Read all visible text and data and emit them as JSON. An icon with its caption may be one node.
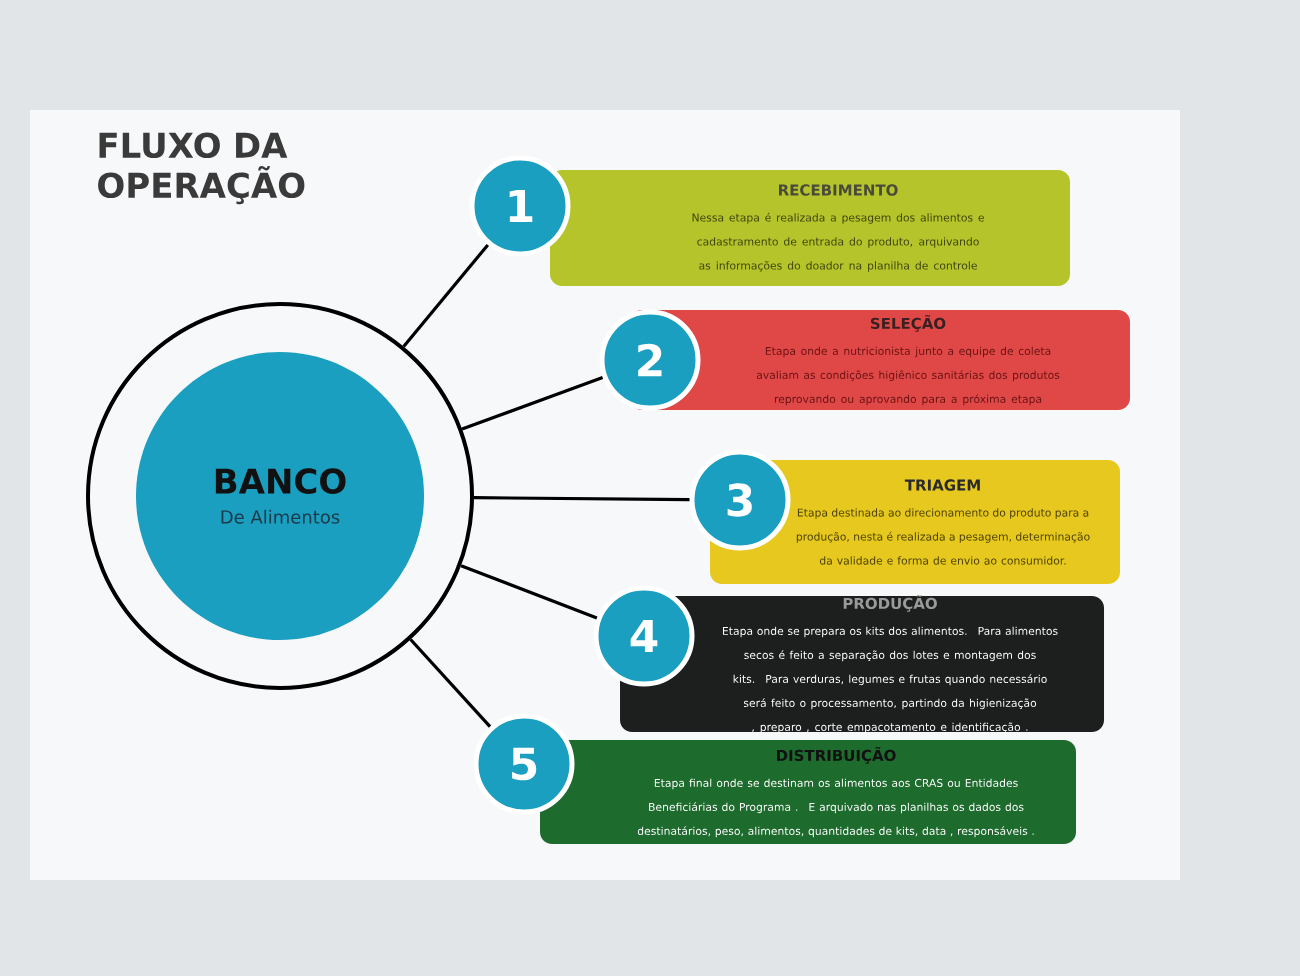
{
  "diagram": {
    "title": "FLUXO DA OPERAÇÃO",
    "nodes": [
      {
        "text": [
          "BANCO",
          "De Alimentos"
        ]
      },
      {
        "text": [
          "1"
        ]
      },
      {
        "text": [
          "2"
        ]
      },
      {
        "text": [
          "3"
        ]
      },
      {
        "text": [
          "4"
        ]
      },
      {
        "text": [
          "5"
        ]
      },
      {
        "text": [
          "RECEBIMENTO",
          "Nessa etapa é realizada a pesagem dos alimentos e cadastramento de entrada do produto, arquivando as informações do doador na planilha de controle"
        ]
      },
      {
        "text": [
          "SELEÇÃO",
          "Etapa onde a nutricionista junto a equipe de coleta avaliam as condições higiênico sanitárias dos produtos reprovando ou aprovando para a próxima etapa"
        ]
      },
      {
        "text": [
          "TRIAGEM",
          "Etapa destinada ao direcionamento do produto para a produção, nesta é realizada a pesagem, determinação da validade e forma de envio ao consumidor."
        ]
      },
      {
        "text": [
          "PRODUÇÃO",
          "Etapa onde se prepara os kits dos alimentos. Para alimentos secos é feito a separação dos lotes e montagem dos kits. Para verduras, legumes e frutas quando necessário será feito o processamento, partindo da higienização , preparo , corte empacotamento e identificação ."
        ]
      },
      {
        "text": [
          "DISTRIBUIÇÃO",
          "Etapa final onde se destinam os alimentos aos CRAS ou Entidades Beneficiárias do Programa . E arquivado nas planilhas os dados dos destinatários, peso, alimentos, quantidades de kits, data , responsáveis ."
        ]
      }
    ],
    "edges": [
      {
        "from": 0,
        "to": 1,
        "arrow": "none"
      },
      {
        "from": 0,
        "to": 2,
        "arrow": "none"
      },
      {
        "from": 0,
        "to": 3,
        "arrow": "none"
      },
      {
        "from": 0,
        "to": 4,
        "arrow": "none"
      },
      {
        "from": 0,
        "to": 5,
        "arrow": "none"
      }
    ]
  }
}
